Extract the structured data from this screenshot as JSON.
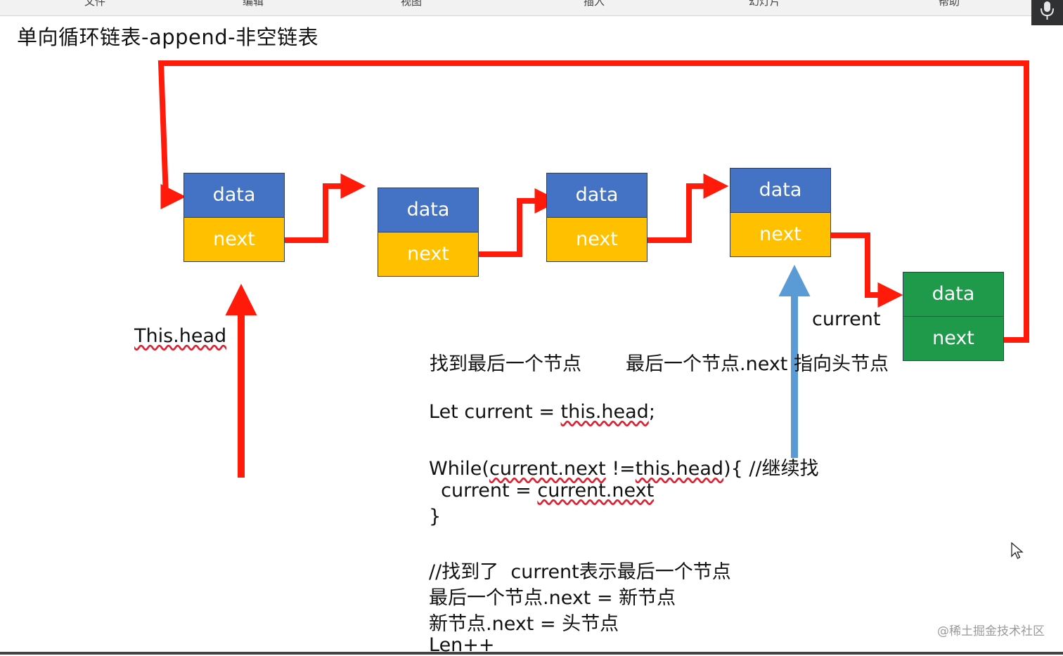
{
  "menu": [
    "文件",
    "编辑",
    "视图",
    "插入",
    "幻灯片",
    "帮助"
  ],
  "title": "单向循环链表-append-非空链表",
  "nodes": [
    {
      "data": "data",
      "next": "next"
    },
    {
      "data": "data",
      "next": "next"
    },
    {
      "data": "data",
      "next": "next"
    },
    {
      "data": "data",
      "next": "next"
    },
    {
      "data": "data",
      "next": "next"
    }
  ],
  "labels": {
    "head": "This.head",
    "current": "current",
    "heading_left": "找到最后一个节点",
    "heading_right": "最后一个节点.next 指向头节点"
  },
  "code": {
    "line1_prefix": "Let current = ",
    "line1_link": "this.head",
    "line1_suffix": ";",
    "line2_prefix": "While(",
    "line2_a": "current.next",
    "line2_mid": " !=",
    "line2_b": "this.head",
    "line2_suffix": "){ //继续找",
    "line3_prefix": "  current = ",
    "line3_link": "current.next",
    "line4": "}",
    "line5": "//找到了  current表示最后一个节点",
    "line6": "最后一个节点.next = 新节点",
    "line7": "新节点.next = 头节点",
    "line8": "Len++"
  },
  "colors": {
    "arrow_red": "#ff1a0a",
    "arrow_blue": "#5b9bd5",
    "node_data": "#4472c4",
    "node_next": "#ffc000",
    "node_new": "#1e9a4a"
  },
  "watermark": "@稀土掘金技术社区"
}
